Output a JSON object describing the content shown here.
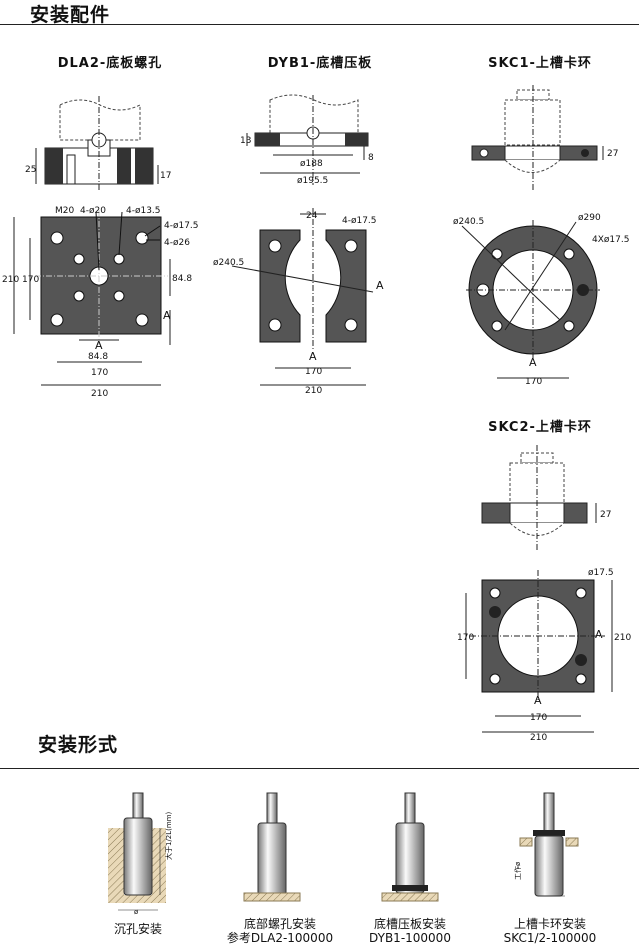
{
  "headings": {
    "accessories": "安装配件",
    "mounting": "安装形式"
  },
  "dla2": {
    "title": "DLA2-底板螺孔",
    "dim_25": "25",
    "dim_17": "17",
    "m20": "M20",
    "h4_20": "4-ø20",
    "h4_13_5": "4-ø13.5",
    "h4_17_5": "4-ø17.5",
    "h4_26": "4-ø26",
    "dim_210_v": "210",
    "dim_170_v": "170",
    "dim_84_8_v": "84.8",
    "label_a_side": "A",
    "label_a_bottom": "A",
    "dim_84_8_h": "84.8",
    "dim_170_h": "170",
    "dim_210_h": "210"
  },
  "dyb1": {
    "title": "DYB1-底槽压板",
    "dim_13": "13",
    "dim_8": "8",
    "dim_188": "ø188",
    "dim_195_5": "ø195.5",
    "dim_24": "24",
    "h4_17_5": "4-ø17.5",
    "dia_240_5": "ø240.5",
    "label_a_side": "A",
    "label_a_bottom": "A",
    "dim_170": "170",
    "dim_210": "210"
  },
  "skc1": {
    "title": "SKC1-上槽卡环",
    "dim_27": "27",
    "dia_240_5": "ø240.5",
    "dia_290": "ø290",
    "h4x17_5": "4Xø17.5",
    "label_a_bottom": "A",
    "dim_170": "170"
  },
  "skc2": {
    "title": "SKC2-上槽卡环",
    "dim_27": "27",
    "dia_17_5": "ø17.5",
    "dim_170_v": "170",
    "label_a_side": "A",
    "dim_210_v": "210",
    "label_a_bottom": "A",
    "dim_170_h": "170",
    "dim_210_h": "210"
  },
  "mounting": {
    "countersunk": {
      "label": "沉孔安装",
      "depth_note": "大于1/2L(mm)",
      "bottom_note": "ø"
    },
    "bottom_bolt": {
      "label1": "底部螺孔安装",
      "label2": "参考DLA2-100000"
    },
    "slot_plate": {
      "label1": "底槽压板安装",
      "label2": "DYB1-100000"
    },
    "top_ring": {
      "label1": "上槽卡环安装",
      "label2": "SKC1/2-100000",
      "work_note": "工作ø"
    }
  }
}
